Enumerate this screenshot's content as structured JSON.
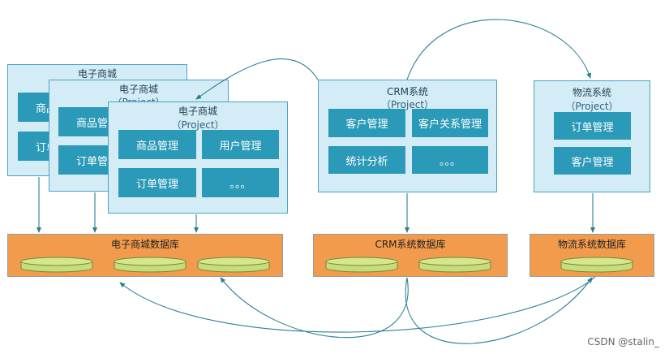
{
  "ecommerce": {
    "title": "电子商城",
    "subtitle": "（Project）",
    "back2": {
      "m1": "商品管",
      "m2": "订单管"
    },
    "back1": {
      "m1": "商品",
      "m2": "订单"
    },
    "front": {
      "m1": "商品管理",
      "m2": "用户管理",
      "m3": "订单管理",
      "m4": "。。。"
    }
  },
  "crm": {
    "title": "CRM系统",
    "subtitle": "（Project）",
    "m1": "客户管理",
    "m2": "客户关系管理",
    "m3": "统计分析",
    "m4": "。。。"
  },
  "logistics": {
    "title": "物流系统",
    "subtitle": "（Project）",
    "m1": "订单管理",
    "m2": "客户管理"
  },
  "databases": {
    "ecommerce": "电子商城数据库",
    "crm": "CRM系统数据库",
    "logistics": "物流系统数据库"
  },
  "watermark": "CSDN @stalin_",
  "colors": {
    "project_bg": "#d4ecf5",
    "module": "#2a9ab8",
    "database": "#f39b4c",
    "cylinder": "#c8dc7a",
    "arrow": "#2b7f95"
  }
}
